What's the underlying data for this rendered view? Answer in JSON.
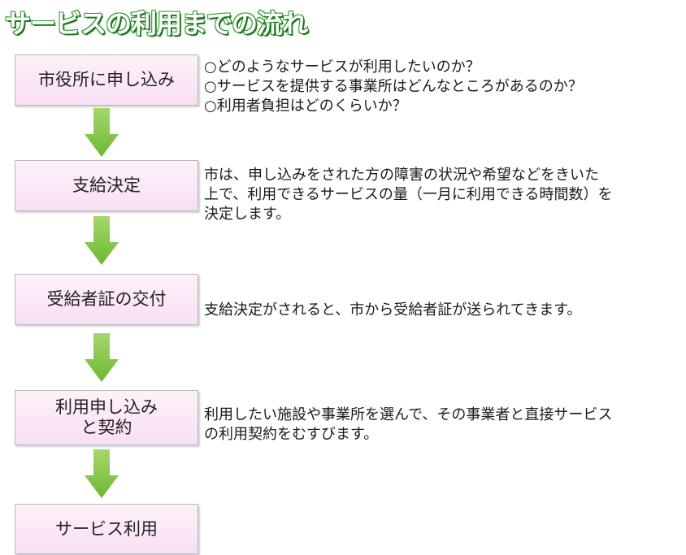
{
  "title": "サービスの利用までの流れ",
  "colors": {
    "title_fill": "#ffffff",
    "title_outline": "#2f9e2f",
    "step_box_top": "#fdf1fb",
    "step_box_bottom": "#f8dff3",
    "arrow_green": "#7cc242"
  },
  "steps": [
    {
      "label": "市役所に申し込み",
      "description": "○どのようなサービスが利用したいのか？\n○サービスを提供する事業所はどんなところがあるのか？\n○利用者負担はどのくらいか？"
    },
    {
      "label": "支給決定",
      "description": "市は、申し込みをされた方の障害の状況や希望などをきいた\n上で、利用できるサービスの量（一月に利用できる時間数）を\n決定します。"
    },
    {
      "label": "受給者証の交付",
      "description": "支給決定がされると、市から受給者証が送られてきます。"
    },
    {
      "label": "利用申し込み\nと契約",
      "description": "利用したい施設や事業所を選んで、その事業者と直接サービス\nの利用契約をむすびます。"
    },
    {
      "label": "サービス利用",
      "description": ""
    }
  ],
  "arrow_icon": "down-arrow-icon"
}
